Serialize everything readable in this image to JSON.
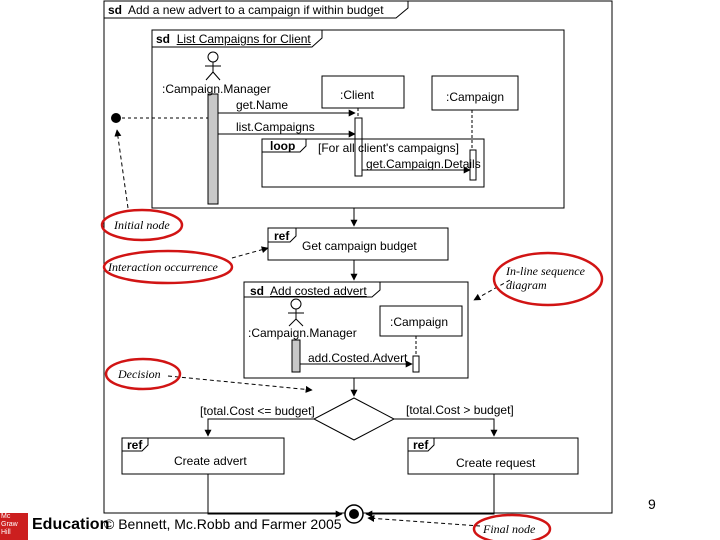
{
  "outer_frame": {
    "label_kw": "sd",
    "label": "Add a new advert to a campaign if within budget"
  },
  "list_frame": {
    "label_kw": "sd",
    "label": "List Campaigns for Client",
    "actor": ":Campaign.Manager",
    "lifeline_client": ":Client",
    "lifeline_campaign": ":Campaign",
    "msg_getname": "get.Name",
    "msg_listcampaigns": "list.Campaigns",
    "loop_kw": "loop",
    "loop_guard": "[For all client's campaigns]",
    "msg_getdetails": "get.Campaign.Details"
  },
  "ref_budget": {
    "kw": "ref",
    "label": "Get campaign budget"
  },
  "costed_frame": {
    "label_kw": "sd",
    "label": "Add costed advert",
    "actor": ":Campaign.Manager",
    "lifeline_campaign": ":Campaign",
    "msg_add": "add.Costed.Advert"
  },
  "guards": {
    "left": "[total.Cost <= budget]",
    "right": "[total.Cost > budget]"
  },
  "ref_create_advert": {
    "kw": "ref",
    "label": "Create advert"
  },
  "ref_create_request": {
    "kw": "ref",
    "label": "Create request"
  },
  "annotations": {
    "initial_node": "Initial node",
    "interaction_occurrence": "Interaction occurrence",
    "inline_sequence": "In-line sequence diagram",
    "decision": "Decision",
    "final_node": "Final node"
  },
  "footer": {
    "page_number": "9",
    "copyright": "© Bennett, Mc.Robb and Farmer 2005",
    "logo_lines": [
      "Mc",
      "Graw",
      "Hill"
    ],
    "education": "Education"
  },
  "colors": {
    "highlight": "#d11414",
    "logo": "#cc1f1f",
    "lifeline": "#bbbbbb"
  }
}
